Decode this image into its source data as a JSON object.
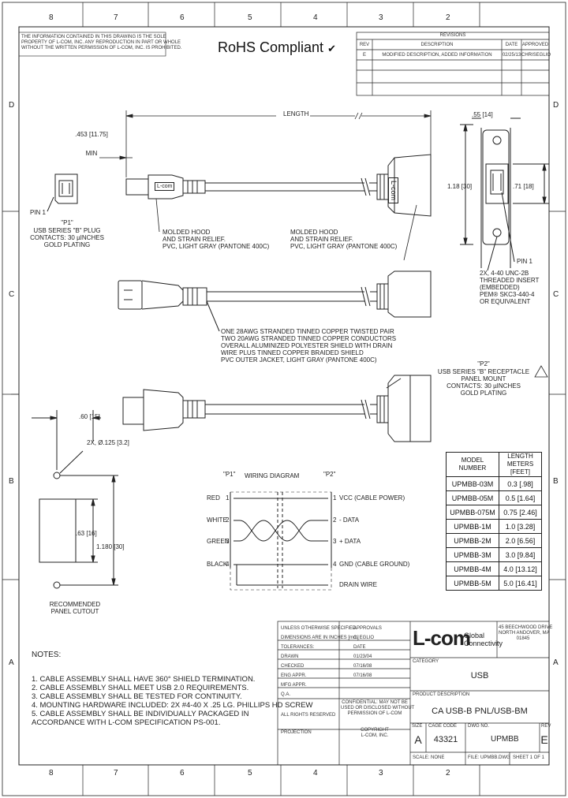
{
  "zones_top": [
    "8",
    "7",
    "6",
    "5",
    "4",
    "3",
    "2"
  ],
  "zones_bottom": [
    "8",
    "7",
    "6",
    "5",
    "4",
    "3",
    "2"
  ],
  "zones_left": [
    "D",
    "C",
    "B",
    "A"
  ],
  "zones_right": [
    "D",
    "C",
    "B",
    "A"
  ],
  "proprietary_notice": [
    "THE INFORMATION CONTAINED IN THIS DRAWING IS THE SOLE",
    "PROPERTY OF L-COM, INC. ANY REPRODUCTION IN PART OR WHOLE",
    "WITHOUT THE WRITTEN PERMISSION OF L-COM, INC. IS PROHIBITED."
  ],
  "rohs": {
    "label": "RoHS Compliant",
    "check": "✔"
  },
  "revisions": {
    "title": "REVISIONS",
    "headers": [
      "REV",
      "DESCRIPTION",
      "DATE",
      "APPROVED"
    ],
    "rows": [
      [
        "E",
        "MODIFIED DESCRIPTION, ADDED INFORMATION",
        "02/25/13",
        "CHRISEGLIO"
      ]
    ]
  },
  "dims": {
    "length": "LENGTH",
    "min_dim": ".453 [11.75]",
    "min": "MIN",
    "d055": ".55 [14]",
    "d118": "1.18 [30]",
    "d071": ".71 [18]",
    "d060": ".60 [15]",
    "d063": ".63 [16]",
    "d1180": "1.180 [30]",
    "hole": "2X, Ø.125 [3.2]"
  },
  "labels": {
    "brand_hood": "L-com",
    "pin1_left": "PIN 1",
    "p1_tag": "\"P1\"",
    "plug_desc": [
      "USB SERIES \"B\" PLUG",
      "CONTACTS: 30 µINCHES",
      "GOLD PLATING"
    ],
    "hood_left": [
      "MOLDED HOOD",
      "AND STRAIN RELIEF.",
      "PVC, LIGHT GRAY (PANTONE 400C)"
    ],
    "hood_right": [
      "MOLDED HOOD",
      "AND STRAIN RELIEF.",
      "PVC, LIGHT GRAY (PANTONE 400C)"
    ],
    "pin1_right": "PIN 1",
    "insert": [
      "2X, 4-40 UNC-2B",
      "THREADED INSERT",
      "(EMBEDDED)",
      "PEM® SKC3-440-4",
      "OR EQUIVALENT"
    ],
    "cable": [
      "ONE 28AWG STRANDED TINNED COPPER TWISTED PAIR",
      "TWO 20AWG STRANDED TINNED COPPER CONDUCTORS",
      "OVERALL ALUMINIZED POLYESTER SHIELD WITH DRAIN",
      "WIRE PLUS TINNED COPPER BRAIDED SHIELD",
      "PVC OUTER JACKET, LIGHT GRAY (PANTONE 400C)"
    ],
    "p2_tag": "\"P2\"",
    "receptacle": [
      "USB SERIES \"B\" RECEPTACLE",
      "PANEL MOUNT",
      "CONTACTS: 30 µINCHES",
      "GOLD PLATING"
    ],
    "cutout": [
      "RECOMMENDED",
      "PANEL CUTOUT"
    ]
  },
  "wiring": {
    "title": "WIRING DIAGRAM",
    "p1": "\"P1\"",
    "p2": "\"P2\"",
    "left": [
      {
        "color": "RED",
        "pin": "1"
      },
      {
        "color": "WHITE",
        "pin": "2"
      },
      {
        "color": "GREEN",
        "pin": "3"
      },
      {
        "color": "BLACK",
        "pin": "4"
      }
    ],
    "right": [
      {
        "pin": "1",
        "signal": "VCC (CABLE POWER)"
      },
      {
        "pin": "2",
        "signal": "- DATA"
      },
      {
        "pin": "3",
        "signal": "+ DATA"
      },
      {
        "pin": "4",
        "signal": "GND (CABLE GROUND)"
      }
    ],
    "drain": "DRAIN WIRE"
  },
  "model_table": {
    "headers": [
      [
        "MODEL",
        "NUMBER"
      ],
      [
        "LENGTH",
        "METERS [FEET]"
      ]
    ],
    "rows": [
      [
        "UPMBB-03M",
        "0.3 [.98]"
      ],
      [
        "UPMBB-05M",
        "0.5 [1.64]"
      ],
      [
        "UPMBB-075M",
        "0.75 [2.46]"
      ],
      [
        "UPMBB-1M",
        "1.0 [3.28]"
      ],
      [
        "UPMBB-2M",
        "2.0 [6.56]"
      ],
      [
        "UPMBB-3M",
        "3.0 [9.84]"
      ],
      [
        "UPMBB-4M",
        "4.0 [13.12]"
      ],
      [
        "UPMBB-5M",
        "5.0 [16.41]"
      ]
    ]
  },
  "notes": {
    "title": "NOTES:",
    "items": [
      "1.  CABLE ASSEMBLY SHALL HAVE 360° SHIELD TERMINATION.",
      "2.  CABLE ASSEMBLY SHALL MEET USB 2.0 REQUIREMENTS.",
      "3.  CABLE ASSEMBLY SHALL BE TESTED FOR CONTINUITY.",
      "4.  MOUNTING HARDWARE INCLUDED: 2X #4-40 X .25 LG. PHILLIPS HD SCREW",
      "5.  CABLE ASSEMBLY SHALL BE INDIVIDUALLY PACKAGED IN",
      "     ACCORDANCE WITH L-COM SPECIFICATION PS-001."
    ]
  },
  "title_block": {
    "company": "L-com",
    "tagline": [
      "Global",
      "Connectivity"
    ],
    "address": [
      "45 BEECHWOOD DRIVE",
      "NORTH ANDOVER, MA",
      "01845"
    ],
    "category_label": "CATEGORY",
    "category": "USB",
    "desc_label": "PRODUCT DESCRIPTION",
    "description": "CA USB-B PNL/USB-BM",
    "size_label": "SIZE",
    "size": "A",
    "cage_label": "CAGE CODE",
    "cage": "43321",
    "dwg_label": "DWG NO.",
    "dwg": "UPMBB",
    "rev_label": "REV",
    "rev": "E",
    "scale": "SCALE: NONE",
    "file": "FILE: UPMBB.DWG",
    "sheet": "SHEET 1 OF 1",
    "left_cells": [
      "UNLESS OTHERWISE SPECIFIED",
      "DIMENSIONS ARE IN INCHES [mm]",
      "TOLERANCES:",
      "DRAWN",
      "CHECKED",
      "ENG APPR.",
      "MFG APPR.",
      "Q.A.",
      "ALL RIGHTS RESERVED",
      "PROJECTION"
    ],
    "names": [
      "APPROVALS",
      "C. EGLIO",
      "DATE",
      "01/23/04",
      "07/16/08",
      "07/16/08"
    ],
    "copyright": [
      "CONFIDENTIAL: MAY NOT BE",
      "USED OR DISCLOSED WITHOUT",
      "PERMISSION OF L-COM",
      "COPYRIGHT",
      "L-COM, INC."
    ]
  }
}
